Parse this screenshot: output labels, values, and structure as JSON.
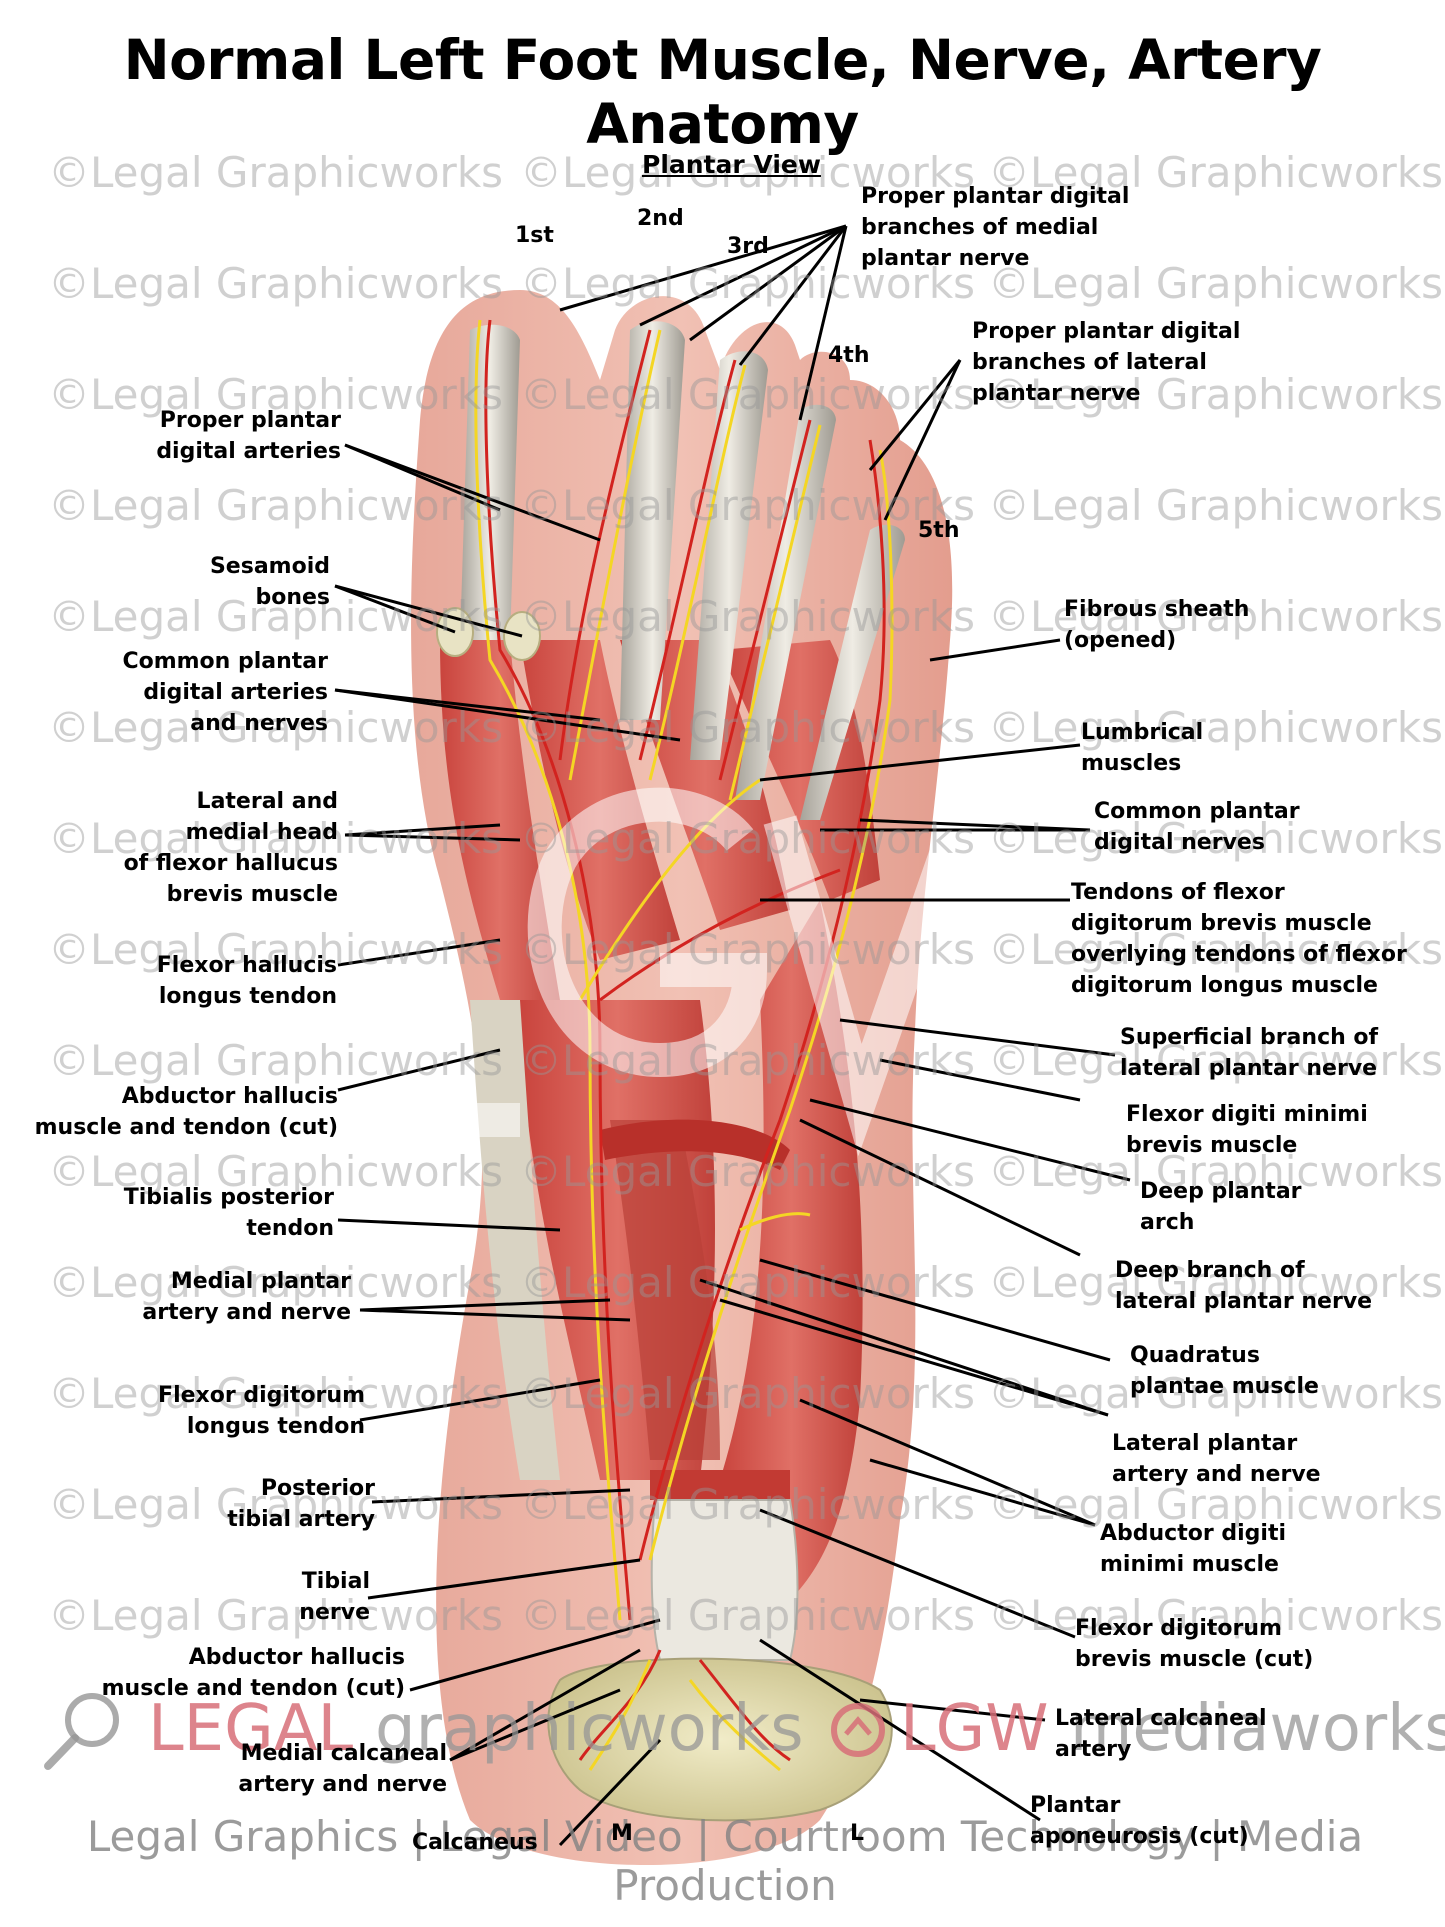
{
  "title": "Normal Left Foot Muscle, Nerve, Artery Anatomy",
  "view_label": "Plantar View",
  "watermark_text": "©Legal Graphicworks",
  "toe_labels": [
    "1st",
    "2nd",
    "3rd",
    "4th",
    "5th"
  ],
  "labels_left": [
    "Proper plantar\ndigital arteries",
    "Sesamoid\nbones",
    "Common plantar\ndigital arteries\nand nerves",
    "Lateral and\nmedial head\nof flexor hallucus\nbrevis muscle",
    "Flexor hallucis\nlongus tendon",
    "Abductor hallucis\nmuscle and tendon (cut)",
    "Tibialis posterior\ntendon",
    "Medial plantar\nartery and nerve",
    "Flexor digitorum\nlongus tendon",
    "Posterior\ntibial artery",
    "Tibial\nnerve",
    "Abductor hallucis\nmuscle and tendon (cut)",
    "Medial calcaneal\nartery and nerve",
    "Calcaneus"
  ],
  "labels_right": [
    "Proper plantar digital\nbranches of medial\nplantar nerve",
    "Proper plantar digital\nbranches of lateral\nplantar nerve",
    "Fibrous sheath\n(opened)",
    "Lumbrical\nmuscles",
    "Common plantar\ndigital nerves",
    "Tendons of flexor\ndigitorum brevis muscle\noverlying tendons of flexor\ndigitorum longus muscle",
    "Superficial branch of\nlateral plantar nerve",
    "Flexor digiti minimi\nbrevis muscle",
    "Deep plantar\narch",
    "Deep branch of\nlateral plantar nerve",
    "Quadratus\nplantae muscle",
    "Lateral plantar\nartery and nerve",
    "Abductor digiti\nminimi muscle",
    "Flexor digitorum\nbrevis muscle (cut)",
    "Lateral calcaneal\nartery",
    "Plantar\naponeurosis (cut)"
  ],
  "side_markers": [
    "M",
    "L"
  ],
  "logo_marks": [
    "LEGAL",
    "graphicworks",
    "LGW",
    "mediaworks"
  ],
  "footer_tagline": "Legal Graphics | Legal Video | Courtroom Technology | Media Production"
}
